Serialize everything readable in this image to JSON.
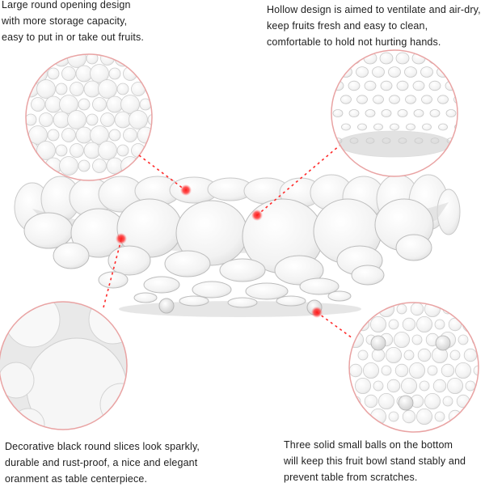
{
  "captions": {
    "top_left": "Large round opening design\nwith more storage capacity,\neasy to put in or take out fruits.",
    "top_right": "Hollow design is aimed to ventilate and air-dry,\n keep fruits fresh and easy to clean,\ncomfortable to hold not hurting hands.",
    "bottom_left": "Decorative black round slices look sparkly,\ndurable and rust-proof, a nice and elegant\noranment as table centerpiece.",
    "bottom_right": "Three solid small balls on the bottom\n will keep this fruit bowl stand stably and\n prevent table from scratches."
  },
  "colors": {
    "accent_red": "#ff1a1a",
    "callout_border": "#e9a3a3",
    "bowl_white": "#f7f7f7",
    "bowl_shadow": "#bfbfbf"
  },
  "icons": [
    "magnified-detail-opening",
    "magnified-detail-hollow",
    "magnified-detail-slices",
    "magnified-detail-feet"
  ]
}
